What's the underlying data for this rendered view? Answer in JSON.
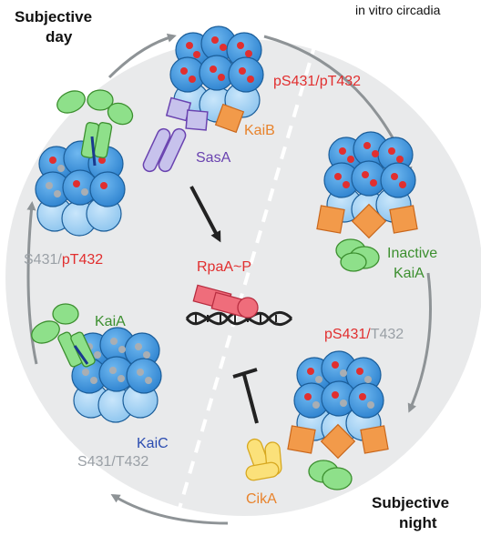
{
  "corner_labels": {
    "top_left": [
      "Subjective",
      "day"
    ],
    "bottom_right": [
      "Subjective",
      "night"
    ],
    "top_right": "in vitro circadia"
  },
  "phosphorylation": {
    "top_right": "pS431/pT432",
    "left": {
      "s_part": "S431/",
      "t_part": "pT432"
    },
    "right": {
      "s_part": "pS431/",
      "t_part": "T432"
    },
    "bottom_left": "S431/T432"
  },
  "proteins": {
    "kaib": "KaiB",
    "sasa": "SasA",
    "inactive_kaia": [
      "Inactive",
      "KaiA"
    ],
    "kaia": "KaiA",
    "kaic": "KaiC",
    "cika": "CikA",
    "rpaa": "RpaA~P"
  },
  "colors": {
    "red": "#e12f2f",
    "gray": "#9aa0a6",
    "green": "#3c8f2f",
    "purple": "#6a43b0",
    "orange": "#e8832c",
    "blue": "#2b4cb0",
    "cycle": "#8e9396",
    "background_circle": "#e9eaeb"
  }
}
